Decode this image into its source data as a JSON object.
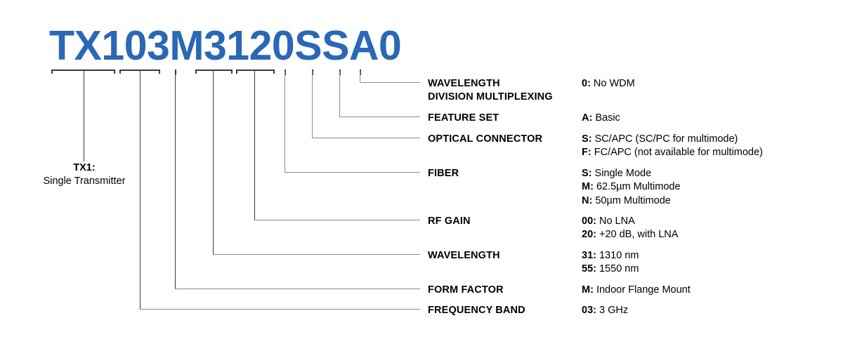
{
  "part_number": "TX103M3120SSA0",
  "accent_color": "#2a68b5",
  "line_color": "#8c8c8c",
  "bracket_color": "#3a3a3a",
  "left_callout": {
    "code": "TX1:",
    "description": "Single Transmitter"
  },
  "rows": [
    {
      "title": "WAVELENGTH\nDIVISION MULTIPLEXING",
      "options": [
        {
          "code": "0:",
          "text": " No WDM"
        }
      ]
    },
    {
      "title": "FEATURE SET",
      "options": [
        {
          "code": "A:",
          "text": " Basic"
        }
      ]
    },
    {
      "title": "OPTICAL CONNECTOR",
      "options": [
        {
          "code": "S:",
          "text": " SC/APC (SC/PC for multimode)"
        },
        {
          "code": "F:",
          "text": " FC/APC (not available for multimode)"
        }
      ]
    },
    {
      "title": "FIBER",
      "options": [
        {
          "code": "S:",
          "text": " Single Mode"
        },
        {
          "code": "M:",
          "text": " 62.5µm Multimode"
        },
        {
          "code": "N:",
          "text": " 50µm Multimode"
        }
      ]
    },
    {
      "title": "RF GAIN",
      "options": [
        {
          "code": "00:",
          "text": " No LNA"
        },
        {
          "code": "20:",
          "text": " +20 dB, with LNA"
        }
      ]
    },
    {
      "title": "WAVELENGTH",
      "options": [
        {
          "code": "31:",
          "text": " 1310 nm"
        },
        {
          "code": "55:",
          "text": " 1550 nm"
        }
      ]
    },
    {
      "title": "FORM FACTOR",
      "options": [
        {
          "code": "M:",
          "text": " Indoor Flange Mount"
        }
      ]
    },
    {
      "title": "FREQUENCY BAND",
      "options": [
        {
          "code": "03:",
          "text": " 3 GHz"
        }
      ]
    }
  ]
}
